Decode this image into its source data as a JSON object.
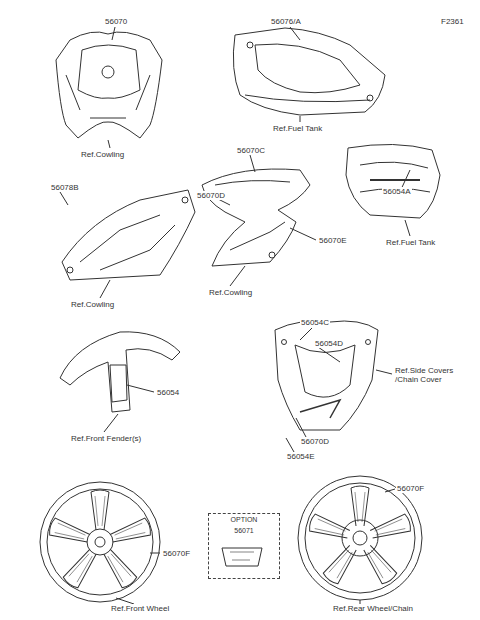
{
  "diagram": {
    "nodes": [
      {
        "text": [
          "OPTION",
          "56071"
        ]
      }
    ],
    "labels": [
      "56070",
      "Ref.Cowling",
      "56076/A",
      "Ref.Fuel Tank",
      "F2361",
      "56054A",
      "Ref.Fuel Tank",
      "56070C",
      "56070D",
      "56070E",
      "Ref.Cowling",
      "56078B",
      "Ref.Cowling",
      "56054C",
      "56054D",
      "Ref.Side Covers /Chain Cover",
      "56070D",
      "56054E",
      "56054",
      "Ref.Front Fender(s)",
      "56070F",
      "Ref.Front Wheel",
      "56070F",
      "Ref.Rear Wheel/Chain"
    ]
  }
}
